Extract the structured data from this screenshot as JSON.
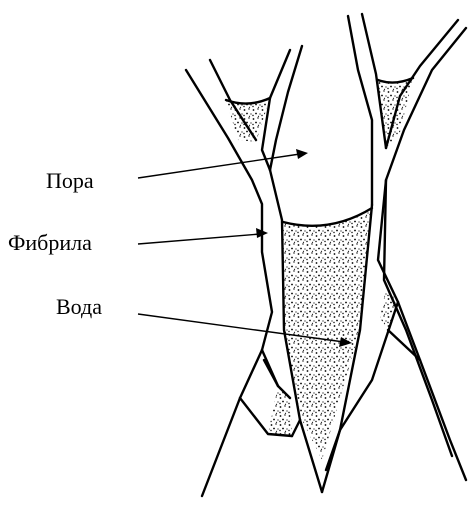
{
  "labels": {
    "pore": "Пора",
    "fibril": "Фибрила",
    "water": "Вода"
  },
  "colors": {
    "ink": "#000000",
    "background": "#ffffff",
    "stipple": "#ffffff"
  }
}
